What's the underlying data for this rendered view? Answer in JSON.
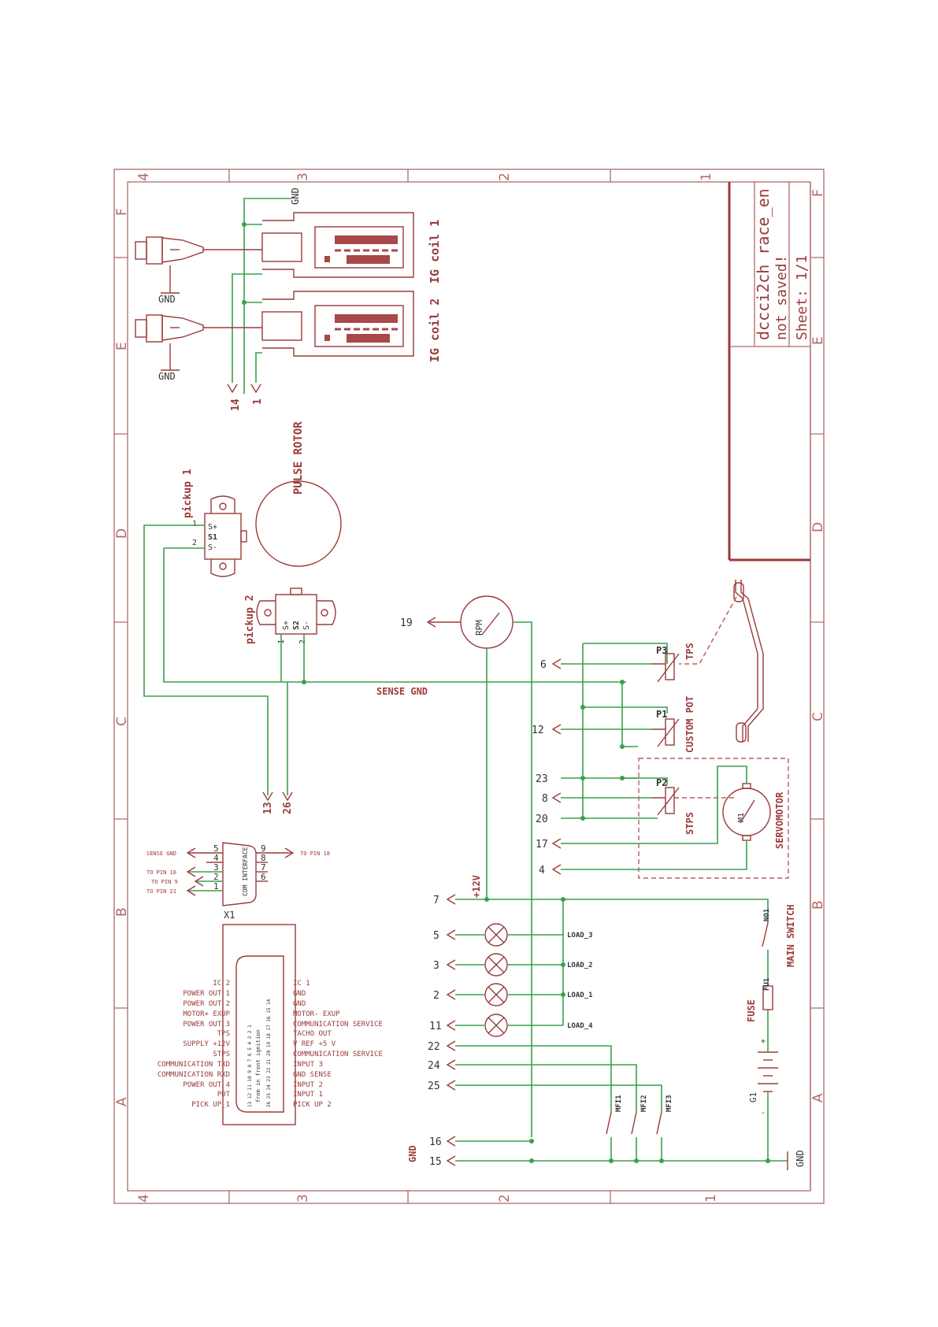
{
  "title_block": {
    "name": "dccci2ch race_en",
    "status": "not saved!",
    "sheet": "Sheet: 1/1"
  },
  "zones": {
    "columns": [
      "4",
      "3",
      "2",
      "1"
    ],
    "rows": [
      "F",
      "E",
      "D",
      "C",
      "B",
      "A"
    ]
  },
  "ignition": {
    "coil1": "IG coil 1",
    "coil2": "IG coil 2",
    "gnd_top": "GND",
    "gnd_plug1": "GND",
    "gnd_plug2": "GND",
    "pin14": "14",
    "pin1": "1"
  },
  "pickups": {
    "rotor": "PULSE ROTOR",
    "p1_name": "pickup 1",
    "p1_id": "S1",
    "p1_pos": "S+",
    "p1_neg": "S-",
    "p1_pin1": "1",
    "p1_pin2": "2",
    "p2_name": "pickup 2",
    "p2_id": "S2",
    "p2_pos": "S+",
    "p2_neg": "S-",
    "p2_pin1": "1",
    "p2_pin2": "2",
    "pin13": "13",
    "pin26": "26",
    "sense_gnd": "SENSE GND"
  },
  "sensors": {
    "rpm": "RPM",
    "pin19": "19",
    "pin6": "6",
    "pin12": "12",
    "pin23": "23",
    "pin8": "8",
    "pin20": "20",
    "pin17": "17",
    "pin4": "4",
    "p3": "P3",
    "tps": "TPS",
    "p1": "P1",
    "custom_pot": "CUSTOM POT",
    "p2": "P2",
    "stps": "STPS",
    "m1": "M1",
    "servomotor": "SERVOMOTOR"
  },
  "com": {
    "sense_gnd": "SENSE GND",
    "to_pin18": "TO PIN 18",
    "to_pin10": "TO PIN 10",
    "to_pin9": "TO PIN 9",
    "to_pin21": "TO PIN 21",
    "label": "COM INTERFACE",
    "x1": "X1",
    "pins": [
      "5",
      "4",
      "3",
      "2",
      "1",
      "9",
      "8",
      "7",
      "6"
    ]
  },
  "connector": {
    "left": [
      "IC 2",
      "POWER OUT 1",
      "POWER OUT 2",
      "MOTOR+ EXUP",
      "POWER OUT 3",
      "TPS",
      "SUPPLY +12V",
      "STPS",
      "COMMUNICATION TXD",
      "COMMUNICATION  RXD",
      "POWER OUT 4",
      "POT",
      "PICK UP_1"
    ],
    "right": [
      "IC 1",
      "GND",
      "GND",
      "MOTOR- EXUP",
      "COMMUNICATION SERVICE",
      "TACHO OUT",
      "V REF +5 V",
      "COMMUNICATION SERVICE",
      "INPUT 3",
      "GND SENSE",
      "INPUT 2",
      "INPUT 1",
      "PICK UP 2"
    ],
    "body_text": "from in front  ignition",
    "numbers_a": "13 12 11 10 9 8 7 6 5 4 3 2 1",
    "numbers_b": "26 25 24 23 22 21 20 19 18 17 16 15 14"
  },
  "power": {
    "pin7": "7",
    "v12": "+12V",
    "pin5": "5",
    "pin3": "3",
    "pin2": "2",
    "pin11": "11",
    "pin22": "22",
    "pin24": "24",
    "pin25": "25",
    "pin16": "16",
    "pin15": "15",
    "gnd_label": "GND",
    "gnd_right": "GND",
    "load3": "LOAD_3",
    "load2": "LOAD_2",
    "load1": "LOAD_1",
    "load4": "LOAD_4",
    "mfi1": "MFI1",
    "mfi2": "MFI2",
    "mfi3": "MFI3",
    "no1": "NO1",
    "main_switch": "MAIN SWITCH",
    "fu1": "FU1",
    "fuse": "FUSE",
    "plus": "+",
    "minus": "-",
    "g1": "G1"
  }
}
